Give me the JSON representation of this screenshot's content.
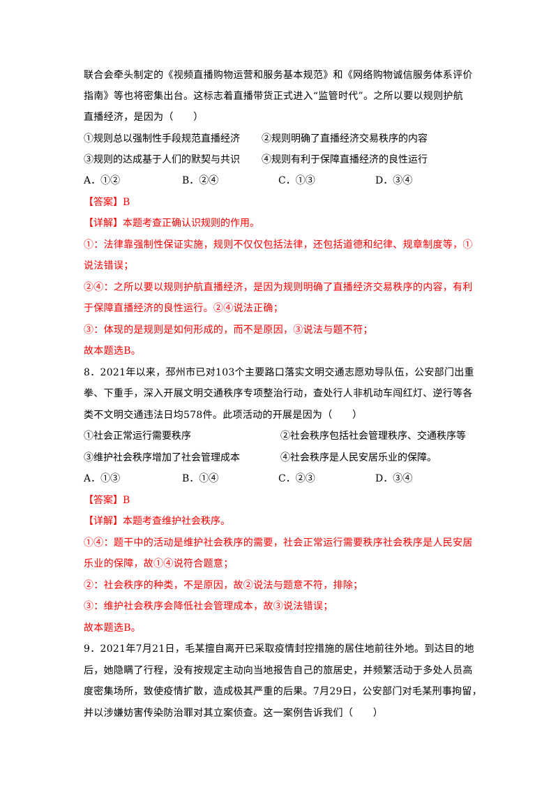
{
  "q7": {
    "stem_lines": [
      "联合会牵头制定的《视频直播购物运营和服务基本规范》和《网络购物诚信服务体系评价",
      "指南》等也将密集出台。这标志着直播带货正式进入“监管时代”。之所以要以规则护航",
      "直播经济，是因为（　　）"
    ],
    "opts_row1": [
      "①规则总以强制性手段规范直播经济",
      "②规则明确了直播经济交易秩序的内容"
    ],
    "opts_row2": [
      "③规则的达成基于人们的默契与共识",
      "④规则有利于保障直播经济的良性运行"
    ],
    "choices": [
      "A．①②",
      "B．②④",
      "C．①③",
      "D．③④"
    ],
    "answer_tag": "【答案】",
    "answer": "B",
    "detail_tag": "【详解】",
    "detail_intro": "本题考查正确认识规则的作用。",
    "analysis": [
      "①：法律靠强制性保证实施，规则不仅仅包括法律，还包括道德和纪律、规章制度等，①",
      "说法错误；",
      "②④：之所以要以规则护航直播经济，是因为规则明确了直播经济交易秩序的内容，有利",
      "于保障直播经济的良性运行。②④说法正确；",
      "③：体现的是规则是如何形成的，而不是原因，③说法与题不符；",
      "故本题选B。"
    ]
  },
  "q8": {
    "stem_lines": [
      "8．2021年以来，邳州市已对103个主要路口落实文明交通志愿劝导队伍，公安部门出重",
      "拳、下重手，深入开展文明交通秩序专项整治行动，查处行人非机动车闯红灯、逆行等各",
      "类不文明交通违法日均578件。此项活动的开展是因为（　　）"
    ],
    "opts_row1": [
      "①社会正常运行需要秩序",
      "②社会秩序包括社会管理秩序、交通秩序等"
    ],
    "opts_row2": [
      "③维护社会秩序增加了社会管理成本",
      "④社会秩序是人民安居乐业的保障。"
    ],
    "choices": [
      "A．①③",
      "B．①④",
      "C．②③",
      "D．③④"
    ],
    "answer_tag": "【答案】",
    "answer": "B",
    "detail_tag": "【详解】",
    "detail_intro": "本题考查维护社会秩序。",
    "analysis": [
      "①④：题干中的活动是维护社会秩序的需要，社会正常运行需要秩序社会秩序是人民安居",
      "乐业的保障，故①④说符合题意；",
      "②：社会秩序的种类，不是原因，故②说法与题意不符，排除；",
      "③：维护社会秩序会降低社会管理成本，故③说法错误；",
      "故本题选B。"
    ]
  },
  "q9": {
    "stem_lines": [
      "9．2021年7月21日，毛某擅自离开已采取疫情封控措施的居住地前往外地。到达目的地",
      "后，她隐瞒了行程，没有按规定主动向当地报告自己的旅居史，并频繁活动于多处人员高",
      "度密集场所，致使疫情扩散，造成极其严重的后果。7月29日，公安部门对毛某刑事拘留，",
      "并以涉嫌妨害传染防治罪对其立案侦查。这一案例告诉我们（　　）"
    ]
  },
  "colors": {
    "text": "#000000",
    "answer_red": "#ff0000"
  }
}
